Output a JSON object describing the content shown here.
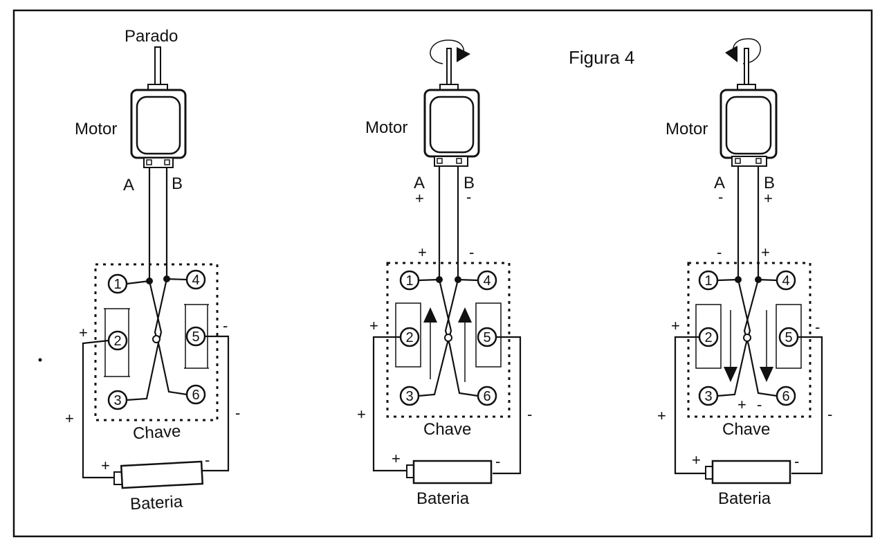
{
  "figure": {
    "caption": "Figura 4"
  },
  "labels": {
    "stopped": "Parado",
    "motor": "Motor",
    "terminal_a": "A",
    "terminal_b": "B",
    "switch": "Chave",
    "battery": "Bateria",
    "plus": "+",
    "minus": "-"
  },
  "pins": [
    "1",
    "2",
    "3",
    "4",
    "5",
    "6"
  ],
  "panels": [
    {
      "id": "stopped",
      "state": "Parado",
      "rotation": "none"
    },
    {
      "id": "forward",
      "state": "",
      "rotation": "clockwise",
      "a_sign": "+",
      "b_sign": "-"
    },
    {
      "id": "reverse",
      "state": "",
      "rotation": "counterclockwise",
      "a_sign": "-",
      "b_sign": "+"
    }
  ],
  "colors": {
    "ink": "#111111",
    "paper": "#ffffff"
  }
}
